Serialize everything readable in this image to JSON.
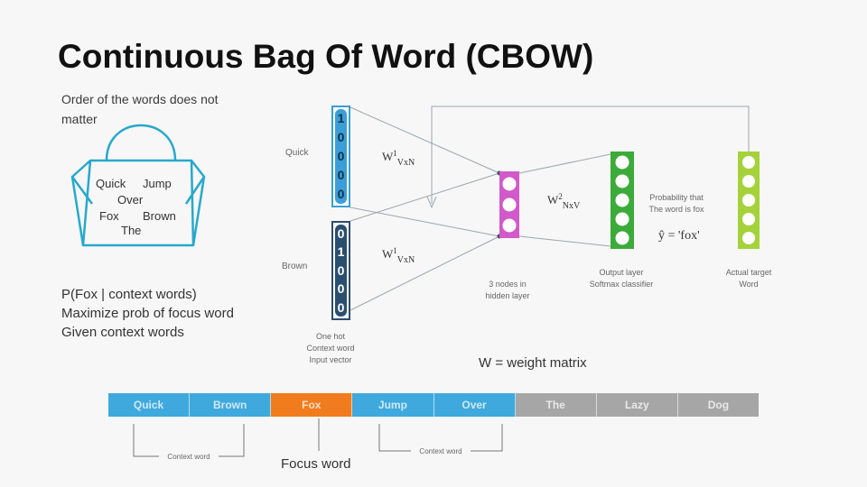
{
  "title": "Continuous Bag Of Word (CBOW)",
  "left_notes": {
    "order_line1": "Order of the words does not",
    "order_line2": "matter",
    "prob_line1": "P(Fox | context words)",
    "prob_line2": "Maximize prob of focus word",
    "prob_line3": "Given context words"
  },
  "bag_words": [
    "Quick",
    "Jump",
    "Over",
    "Fox",
    "Brown",
    "The"
  ],
  "input_vectors": [
    {
      "label": "Quick",
      "digits": [
        "1",
        "0",
        "0",
        "0",
        "0"
      ],
      "weight_label": "W",
      "weight_sup": "1",
      "weight_sub": "VxN"
    },
    {
      "label": "Brown",
      "digits": [
        "0",
        "1",
        "0",
        "0",
        "0"
      ],
      "weight_label": "W",
      "weight_sup": "1",
      "weight_sub": "VxN"
    }
  ],
  "input_caption": [
    "One hot",
    "Context word",
    "Input vector"
  ],
  "hidden_caption": [
    "3 nodes in",
    "hidden layer"
  ],
  "weight2": {
    "label": "W",
    "sup": "2",
    "sub": "NxV"
  },
  "output_caption": [
    "Output layer",
    "Softmax classifier"
  ],
  "probability_note": [
    "Probability that",
    "The word is fox"
  ],
  "yhat": "ŷ = 'fox'",
  "target_caption": [
    "Actual target",
    "Word"
  ],
  "weight_matrix": "W = weight matrix",
  "sentence": [
    {
      "word": "Quick",
      "color": "#3fa9dd"
    },
    {
      "word": "Brown",
      "color": "#3fa9dd"
    },
    {
      "word": "Fox",
      "color": "#f07c1d"
    },
    {
      "word": "Jump",
      "color": "#3fa9dd"
    },
    {
      "word": "Over",
      "color": "#3fa9dd"
    },
    {
      "word": "The",
      "color": "#a6a6a6"
    },
    {
      "word": "Lazy",
      "color": "#a6a6a6"
    },
    {
      "word": "Dog",
      "color": "#a6a6a6"
    }
  ],
  "context_word_label": "Context word",
  "focus_word_label": "Focus word",
  "colors": {
    "bag": "#29a8cc",
    "vector1": "#3a9fd6",
    "vector2": "#2a4e6e",
    "hidden": "#d259c9",
    "output": "#3dab3a",
    "target": "#a5d23a",
    "lines": "#9aa7b0"
  }
}
